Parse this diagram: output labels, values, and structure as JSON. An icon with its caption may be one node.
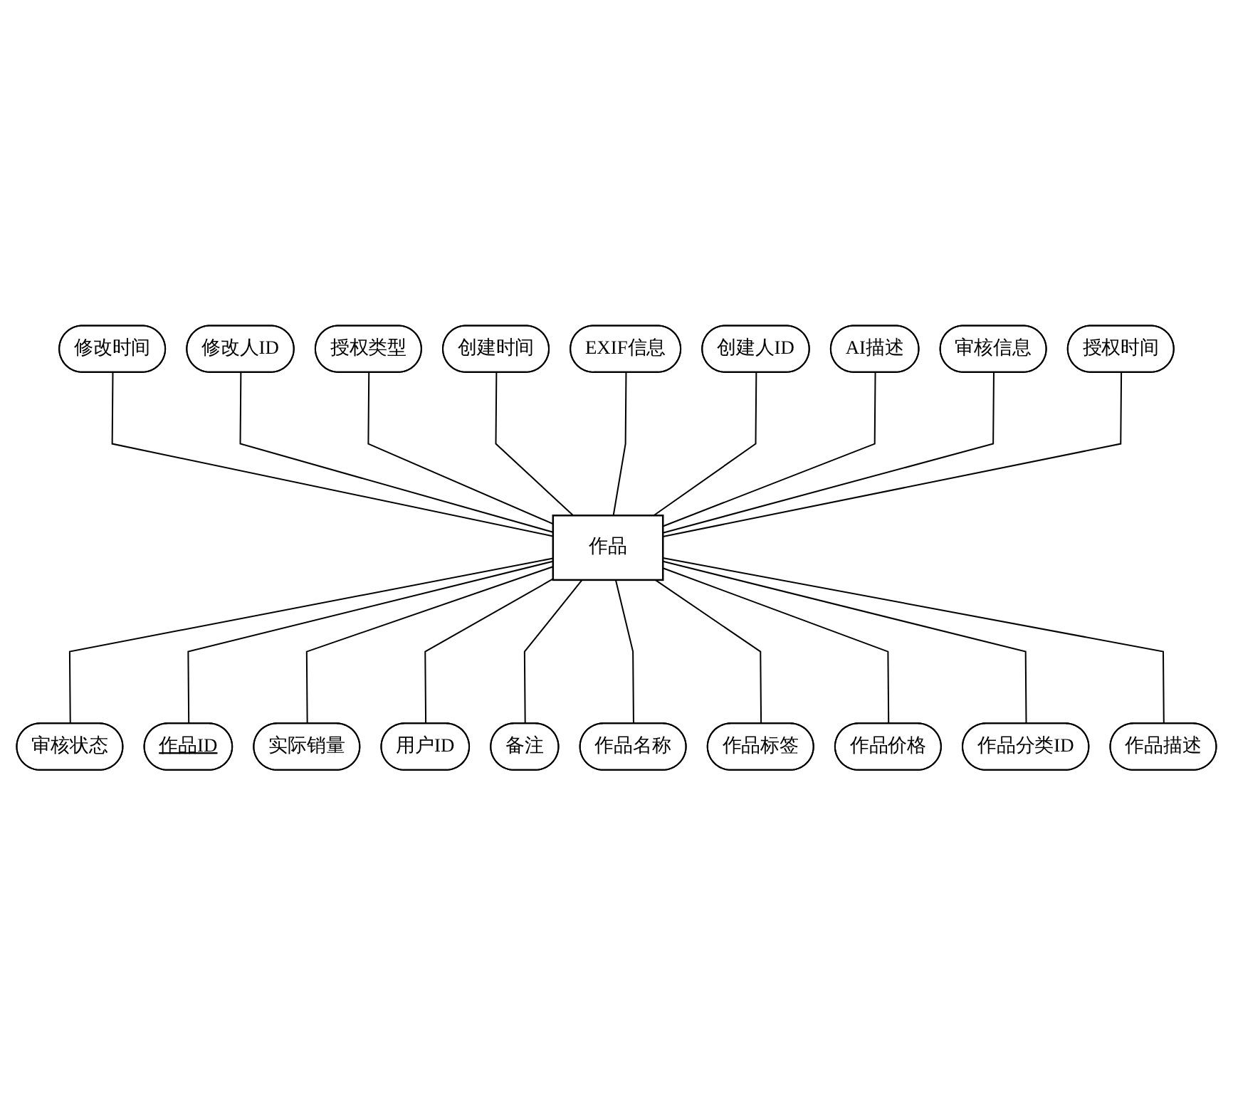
{
  "diagram": {
    "nodes": [
      {
        "text": [
          "作品"
        ]
      },
      {
        "text": [
          "修改时间"
        ]
      },
      {
        "text": [
          "修改人ID"
        ]
      },
      {
        "text": [
          "授权类型"
        ]
      },
      {
        "text": [
          "创建时间"
        ]
      },
      {
        "text": [
          "EXIF信息"
        ]
      },
      {
        "text": [
          "创建人ID"
        ]
      },
      {
        "text": [
          "AI描述"
        ]
      },
      {
        "text": [
          "审核信息"
        ]
      },
      {
        "text": [
          "授权时间"
        ]
      },
      {
        "text": [
          "审核状态"
        ]
      },
      {
        "text": [
          "作品ID"
        ]
      },
      {
        "text": [
          "实际销量"
        ]
      },
      {
        "text": [
          "用户ID"
        ]
      },
      {
        "text": [
          "备注"
        ]
      },
      {
        "text": [
          "作品名称"
        ]
      },
      {
        "text": [
          "作品标签"
        ]
      },
      {
        "text": [
          "作品价格"
        ]
      },
      {
        "text": [
          "作品分类ID"
        ]
      },
      {
        "text": [
          "作品描述"
        ]
      }
    ],
    "edges": [
      {
        "from": 1,
        "to": 0,
        "arrow": "none"
      },
      {
        "from": 2,
        "to": 0,
        "arrow": "none"
      },
      {
        "from": 3,
        "to": 0,
        "arrow": "none"
      },
      {
        "from": 4,
        "to": 0,
        "arrow": "none"
      },
      {
        "from": 5,
        "to": 0,
        "arrow": "none"
      },
      {
        "from": 6,
        "to": 0,
        "arrow": "none"
      },
      {
        "from": 7,
        "to": 0,
        "arrow": "none"
      },
      {
        "from": 8,
        "to": 0,
        "arrow": "none"
      },
      {
        "from": 9,
        "to": 0,
        "arrow": "none"
      },
      {
        "from": 0,
        "to": 10,
        "arrow": "none"
      },
      {
        "from": 0,
        "to": 11,
        "arrow": "none"
      },
      {
        "from": 0,
        "to": 12,
        "arrow": "none"
      },
      {
        "from": 0,
        "to": 13,
        "arrow": "none"
      },
      {
        "from": 0,
        "to": 14,
        "arrow": "none"
      },
      {
        "from": 0,
        "to": 15,
        "arrow": "none"
      },
      {
        "from": 0,
        "to": 16,
        "arrow": "none"
      },
      {
        "from": 0,
        "to": 17,
        "arrow": "none"
      },
      {
        "from": 0,
        "to": 18,
        "arrow": "none"
      },
      {
        "from": 0,
        "to": 19,
        "arrow": "none"
      }
    ]
  }
}
